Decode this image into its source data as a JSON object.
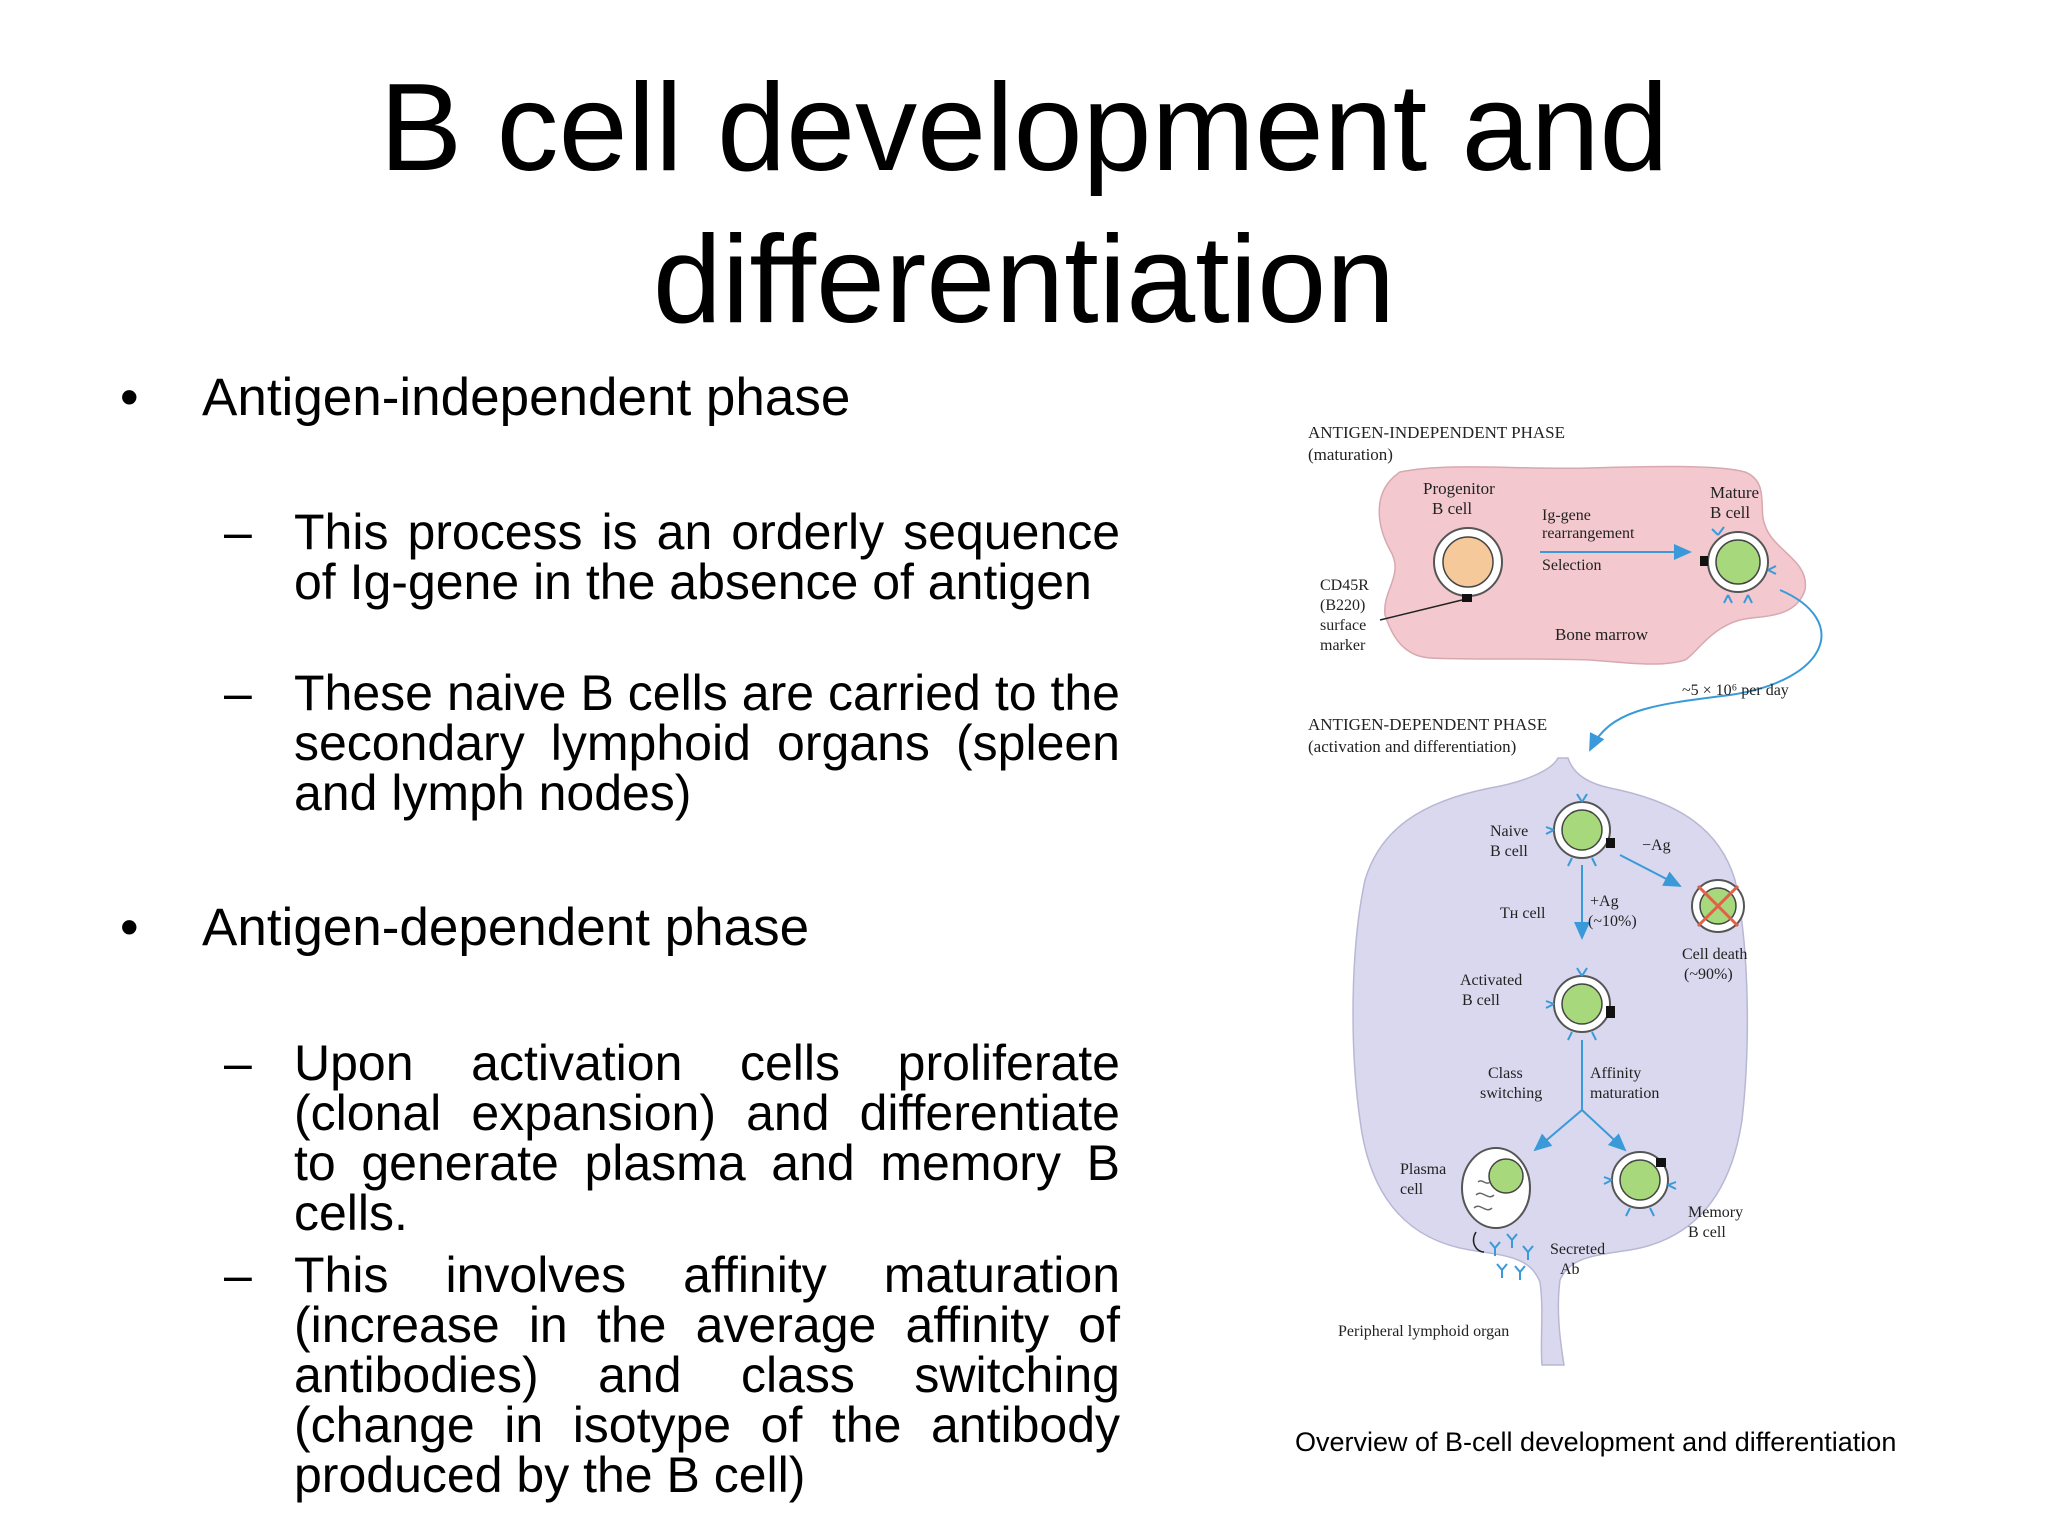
{
  "slide": {
    "title_line1": "B cell development and",
    "title_line2": "differentiation",
    "bullets": [
      {
        "label": "Antigen-independent phase",
        "subs": [
          "This process is an orderly sequence of Ig-gene in the absence of antigen",
          "These naive B cells are carried to the secondary lymphoid organs (spleen and lymph nodes)"
        ]
      },
      {
        "label": "Antigen-dependent phase",
        "subs": [
          "Upon activation cells proliferate (clonal expansion) and differentiate to generate plasma and memory B cells.",
          "This involves affinity maturation (increase in the average affinity of antibodies) and class switching (change in isotype of the antibody produced by the B cell)"
        ]
      }
    ],
    "bullet_symbol": "•",
    "dash_symbol": "–",
    "caption": "Overview of B-cell development and differentiation"
  },
  "diagram": {
    "phase1_title": "ANTIGEN-INDEPENDENT PHASE",
    "phase1_sub": "(maturation)",
    "progenitor_1": "Progenitor",
    "progenitor_2": "B cell",
    "mature_1": "Mature",
    "mature_2": "B cell",
    "ig_1": "Ig-gene",
    "ig_2": "rearrangement",
    "selection": "Selection",
    "cd45_1": "CD45R",
    "cd45_2": "(B220)",
    "cd45_3": "surface",
    "cd45_4": "marker",
    "bone_marrow": "Bone marrow",
    "rate": "~5 × 10⁶ per day",
    "phase2_title": "ANTIGEN-DEPENDENT PHASE",
    "phase2_sub": "(activation and differentiation)",
    "naive_1": "Naive",
    "naive_2": "B cell",
    "minus_ag": "−Ag",
    "th_cell": "Tн cell",
    "plus_ag": "+Ag",
    "plus_ag_pct": "(~10%)",
    "death_1": "Cell death",
    "death_2": "(~90%)",
    "activated_1": "Activated",
    "activated_2": "B cell",
    "class_1": "Class",
    "class_2": "switching",
    "affinity_1": "Affinity",
    "affinity_2": "maturation",
    "plasma_1": "Plasma",
    "plasma_2": "cell",
    "memory_1": "Memory",
    "memory_2": "B cell",
    "secreted_1": "Secreted",
    "secreted_2": "Ab",
    "peripheral": "Peripheral lymphoid organ",
    "colors": {
      "bone_marrow_fill": "#f3c9cf",
      "organ_fill": "#d9d8ee",
      "cell_green": "#a8d87c",
      "progenitor_fill": "#f6c99a",
      "antibody_blue": "#3a9ad9",
      "death_x": "#e0604a"
    }
  }
}
